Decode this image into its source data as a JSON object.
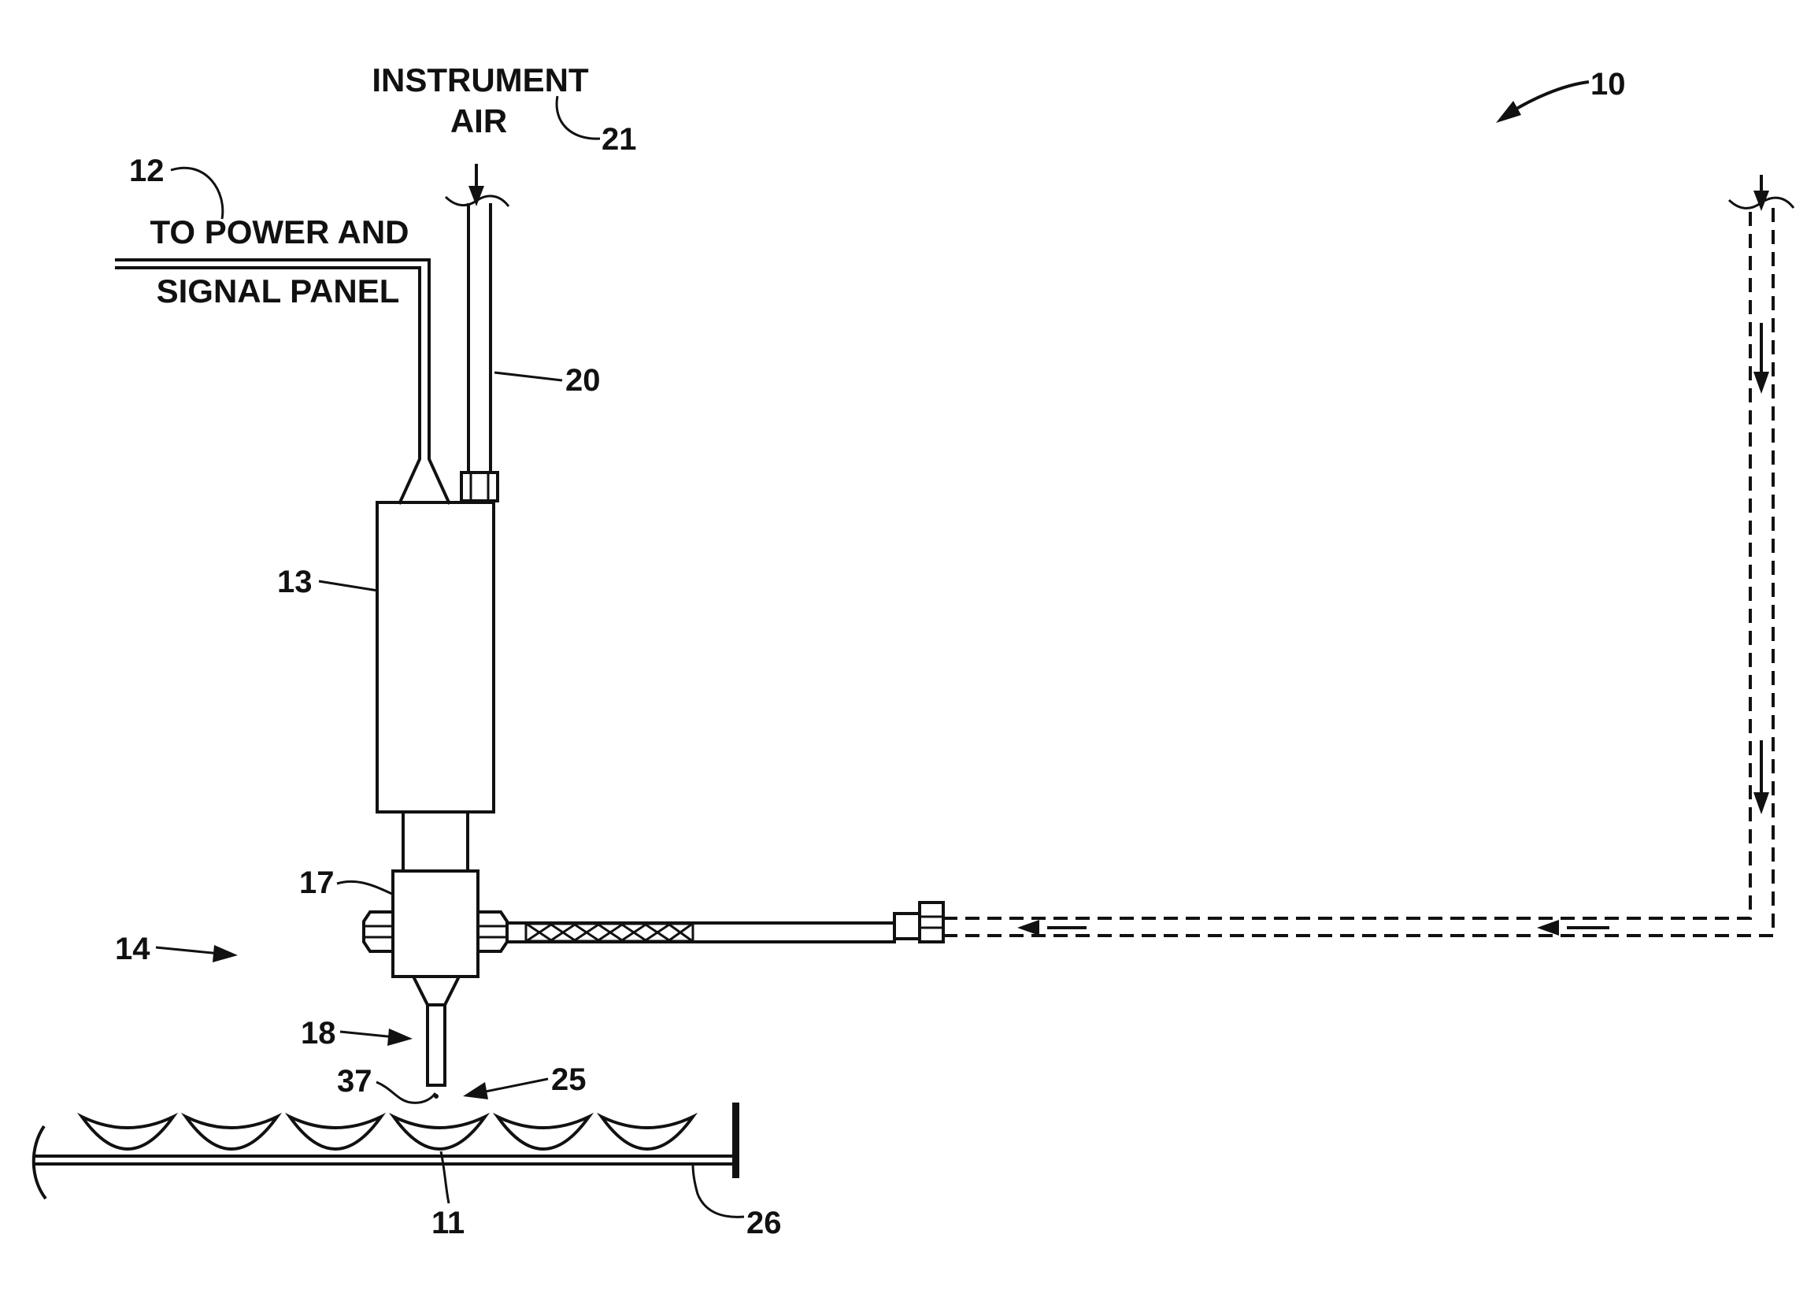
{
  "labels": {
    "instrument": "INSTRUMENT",
    "air": "AIR",
    "power_line1": "TO POWER AND",
    "power_line2": "SIGNAL PANEL"
  },
  "reference_numerals": {
    "n10": "10",
    "n11": "11",
    "n12": "12",
    "n13": "13",
    "n14": "14",
    "n17": "17",
    "n18": "18",
    "n20": "20",
    "n21": "21",
    "n25": "25",
    "n26": "26",
    "n37": "37"
  },
  "colors": {
    "ink": "#111111",
    "background": "#ffffff"
  }
}
